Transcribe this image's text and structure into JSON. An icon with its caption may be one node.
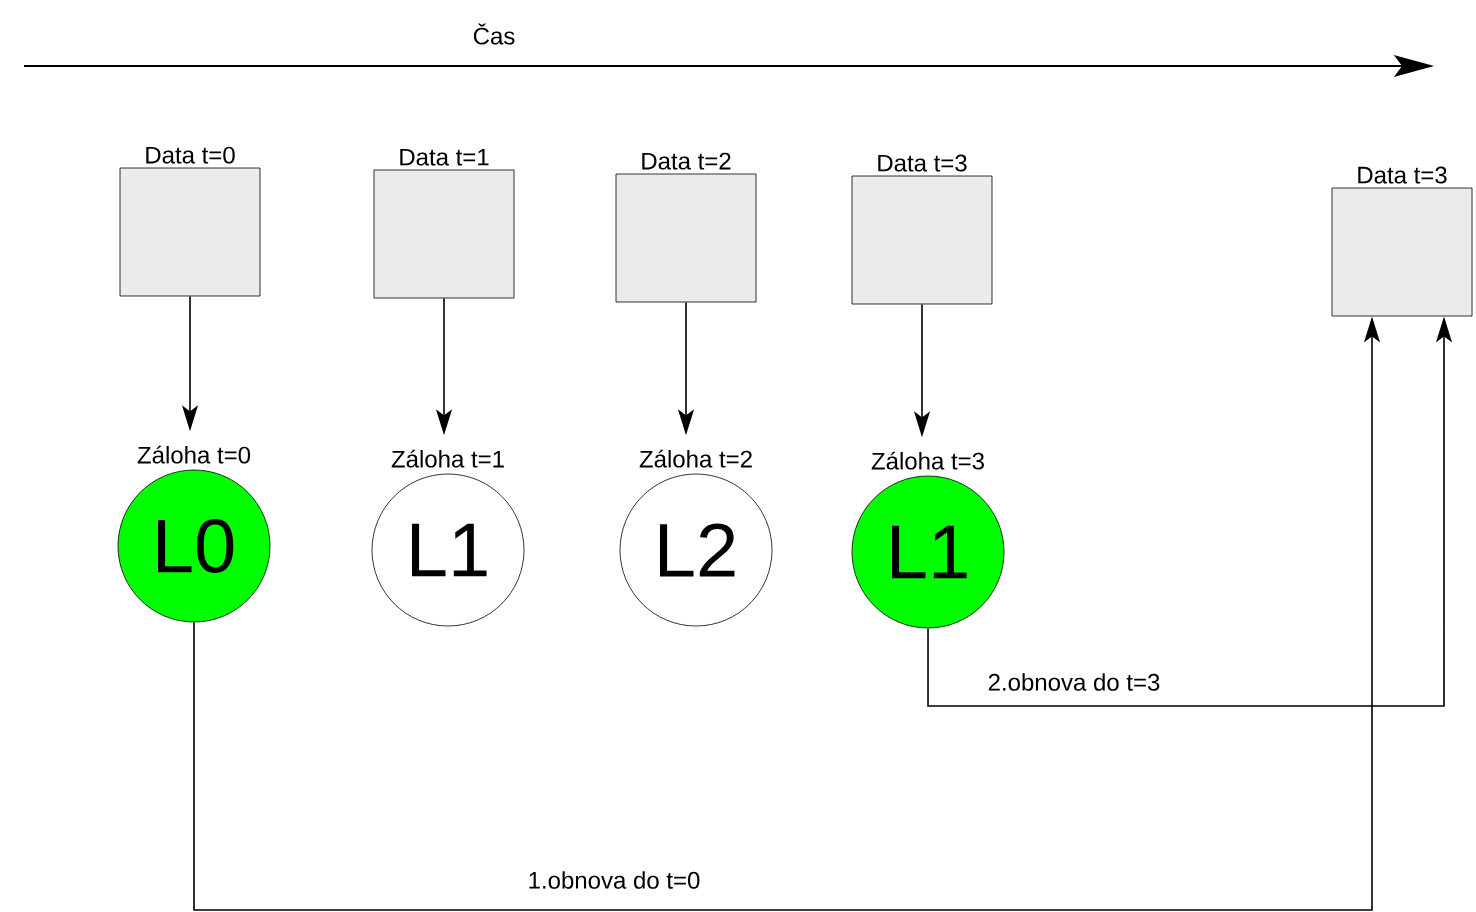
{
  "diagram": {
    "nodes": [
      {
        "text": [
          "Data t=0"
        ]
      },
      {
        "text": [
          "Data t=1"
        ]
      },
      {
        "text": [
          "Data t=2"
        ]
      },
      {
        "text": [
          "Data t=3"
        ]
      },
      {
        "text": [
          "Data t=3"
        ]
      },
      {
        "text": [
          "Záloha t=0",
          "L0"
        ]
      },
      {
        "text": [
          "Záloha t=1",
          "L1"
        ]
      },
      {
        "text": [
          "Záloha t=2",
          "L2"
        ]
      },
      {
        "text": [
          "Záloha t=3",
          "L1"
        ]
      }
    ],
    "edges": [
      {
        "from": 0,
        "to": 5,
        "arrow": "to"
      },
      {
        "from": 1,
        "to": 6,
        "arrow": "to"
      },
      {
        "from": 2,
        "to": 7,
        "arrow": "to"
      },
      {
        "from": 3,
        "to": 8,
        "arrow": "to"
      },
      {
        "from": 5,
        "to": 4,
        "arrow": "to",
        "label": "1.obnova do t=0"
      },
      {
        "from": 8,
        "to": 4,
        "arrow": "to",
        "label": "2.obnova do t=3"
      }
    ],
    "labels": [
      "Čas"
    ]
  }
}
